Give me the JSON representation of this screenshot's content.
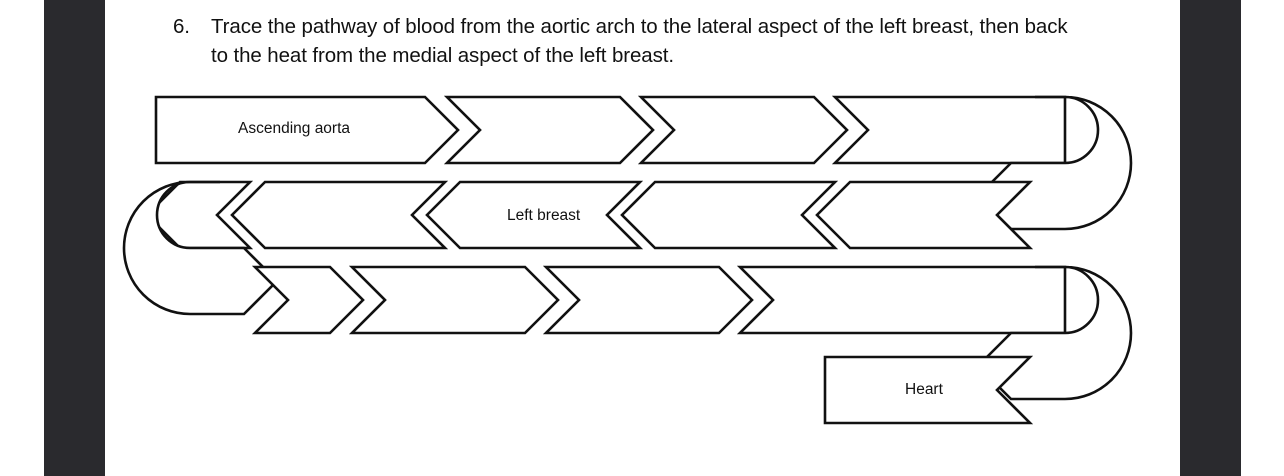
{
  "page": {
    "background_color": "#ffffff",
    "gutter_color": "#2a2a2e",
    "stroke_color": "#111111",
    "text_color": "#111111"
  },
  "question": {
    "number": "6.",
    "text": "Trace the pathway of blood from the aortic arch to the lateral aspect of the left breast, then back to the heat from the medial aspect of the left breast."
  },
  "diagram": {
    "type": "chevron-flow-serpentine",
    "row_count": 4,
    "rows": [
      {
        "index": 1,
        "direction": "right",
        "steps": [
          {
            "label": "Ascending aorta",
            "shape": "rect-arrow-right"
          },
          {
            "label": "",
            "shape": "chevron-right"
          },
          {
            "label": "",
            "shape": "chevron-right"
          },
          {
            "label": "",
            "shape": "chevron-right"
          }
        ]
      },
      {
        "index": 2,
        "direction": "left",
        "steps": [
          {
            "label": "",
            "shape": "chevron-left"
          },
          {
            "label": "Left breast",
            "shape": "chevron-left"
          },
          {
            "label": "",
            "shape": "chevron-left"
          },
          {
            "label": "",
            "shape": "chevron-left"
          },
          {
            "label": "",
            "shape": "chevron-left"
          }
        ]
      },
      {
        "index": 3,
        "direction": "right",
        "steps": [
          {
            "label": "",
            "shape": "chevron-right"
          },
          {
            "label": "",
            "shape": "chevron-right"
          },
          {
            "label": "",
            "shape": "chevron-right"
          },
          {
            "label": "",
            "shape": "chevron-right"
          }
        ]
      },
      {
        "index": 4,
        "direction": "left",
        "steps": [
          {
            "label": "Heart",
            "shape": "rect-arrow-left"
          }
        ]
      }
    ],
    "connectors": [
      {
        "name": "u-turn-right-top",
        "side": "right",
        "from_row": 1,
        "to_row": 2
      },
      {
        "name": "u-turn-left",
        "side": "left",
        "from_row": 2,
        "to_row": 3
      },
      {
        "name": "u-turn-right-bottom",
        "side": "right",
        "from_row": 3,
        "to_row": 4
      }
    ],
    "labels": {
      "ascending_aorta": "Ascending aorta",
      "left_breast": "Left breast",
      "heart": "Heart"
    }
  }
}
